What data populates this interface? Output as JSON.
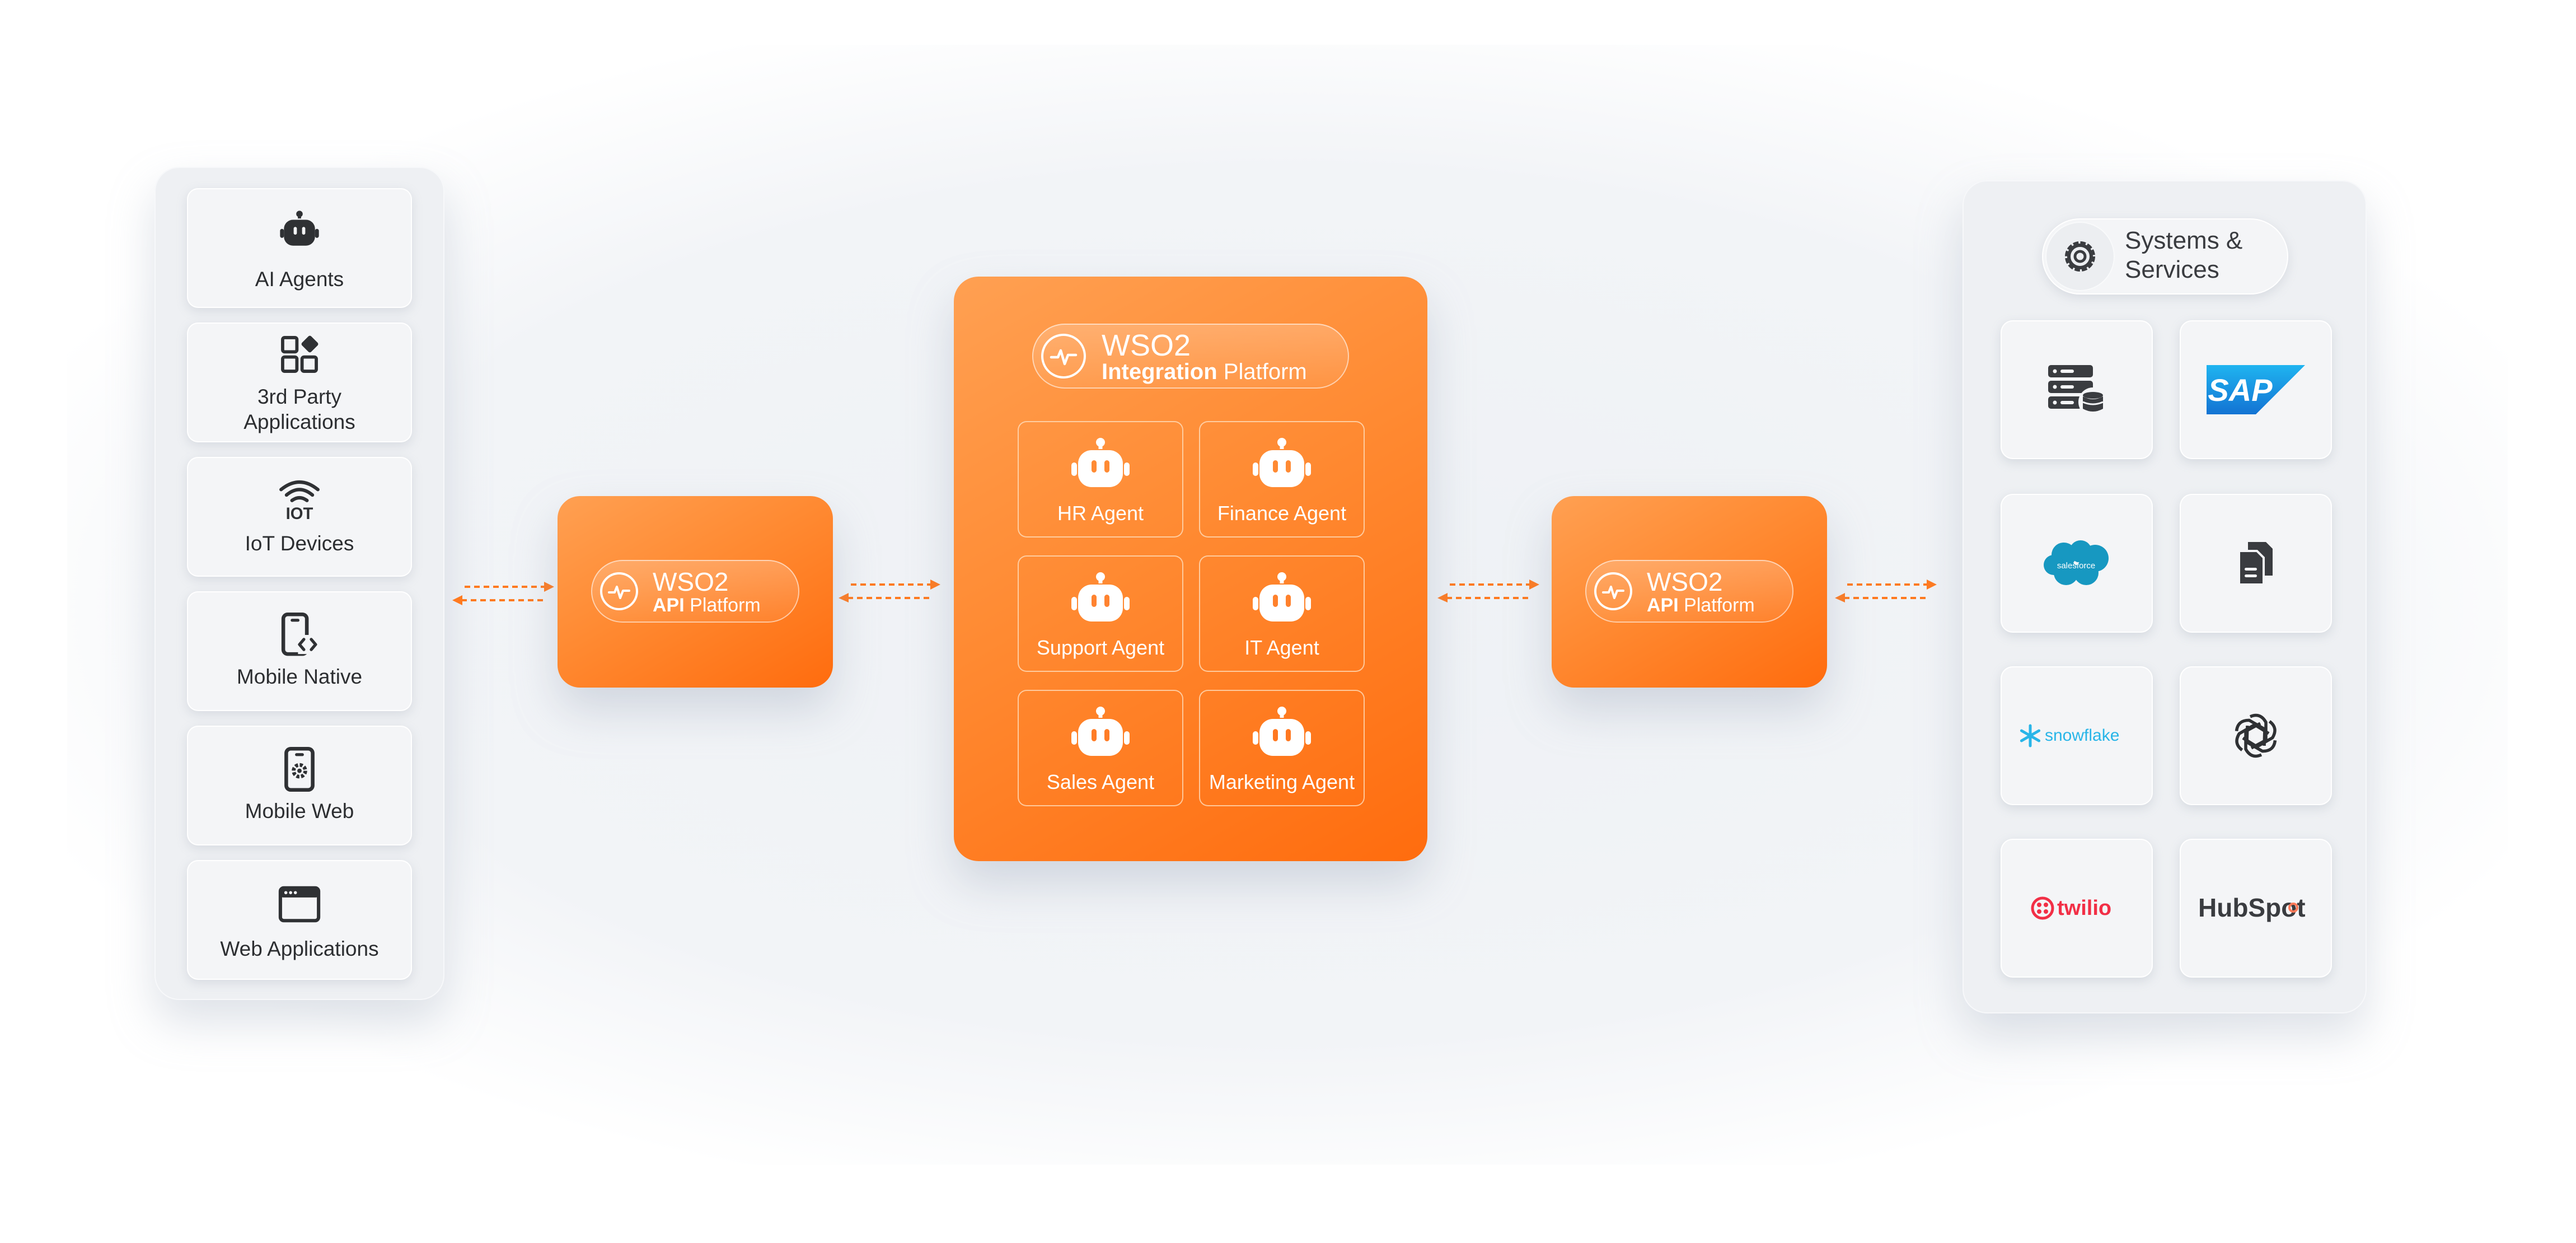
{
  "sources": {
    "items": [
      {
        "label": "AI Agents",
        "icon": "robot-icon"
      },
      {
        "label": "3rd Party\nApplications",
        "icon": "app-grid-icon"
      },
      {
        "label": "IoT Devices",
        "icon": "iot-wifi-icon"
      },
      {
        "label": "Mobile Native",
        "icon": "mobile-code-icon"
      },
      {
        "label": "Mobile Web",
        "icon": "mobile-gear-icon"
      },
      {
        "label": "Web Applications",
        "icon": "browser-window-icon"
      }
    ]
  },
  "api_platform_left": {
    "brand": "WSO2",
    "product_bold": "API",
    "product_rest": "Platform"
  },
  "integration": {
    "brand": "WSO2",
    "product_bold": "Integration",
    "product_rest": "Platform",
    "agents": [
      {
        "label": "HR Agent"
      },
      {
        "label": "Finance Agent"
      },
      {
        "label": "Support Agent"
      },
      {
        "label": "IT Agent"
      },
      {
        "label": "Sales Agent"
      },
      {
        "label": "Marketing Agent"
      }
    ]
  },
  "api_platform_right": {
    "brand": "WSO2",
    "product_bold": "API",
    "product_rest": "Platform"
  },
  "systems": {
    "title": "Systems &\nServices",
    "icon": "gear-icon",
    "services": [
      {
        "name": "database-server-icon"
      },
      {
        "name": "sap-logo",
        "text": "SAP"
      },
      {
        "name": "salesforce-logo",
        "text": "salesforce"
      },
      {
        "name": "documents-icon"
      },
      {
        "name": "snowflake-logo",
        "text": "snowflake"
      },
      {
        "name": "openai-logo"
      },
      {
        "name": "twilio-logo",
        "text": "twilio"
      },
      {
        "name": "hubspot-logo",
        "text": "HubSpot"
      }
    ]
  },
  "colors": {
    "accent": "#ff7a1f",
    "panel": "#eef0f3",
    "card": "#f4f5f7",
    "sap_blue": "#1a9ee6",
    "salesforce_blue": "#1798c1",
    "snowflake_blue": "#29b5e8",
    "twilio_red": "#f22f46",
    "hubspot_orange": "#ff7a59"
  }
}
